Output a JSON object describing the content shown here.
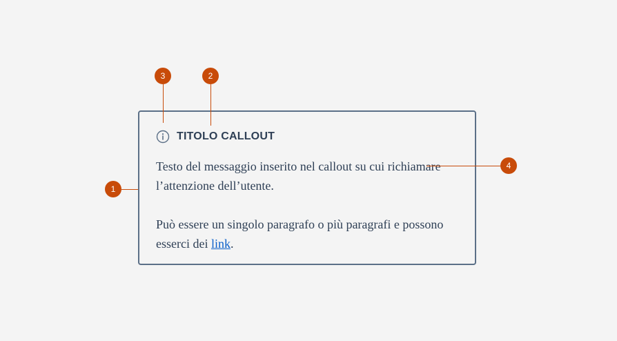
{
  "callout": {
    "title": "TITOLO CALLOUT",
    "paragraph_1": "Testo del messaggio inserito nel callout su cui richiamare l’attenzione dell’utente.",
    "paragraph_2_prefix": "Può essere un singolo paragrafo o più paragrafi e possono esserci dei ",
    "link_text": "link",
    "paragraph_2_suffix": "."
  },
  "markers": {
    "box": "1",
    "title": "2",
    "icon": "3",
    "text": "4"
  },
  "icons": {
    "info": "info-icon"
  },
  "colors": {
    "marker": "#c84b09",
    "border": "#5b6f87",
    "text": "#2e3f55",
    "link": "#0b5fc9"
  }
}
